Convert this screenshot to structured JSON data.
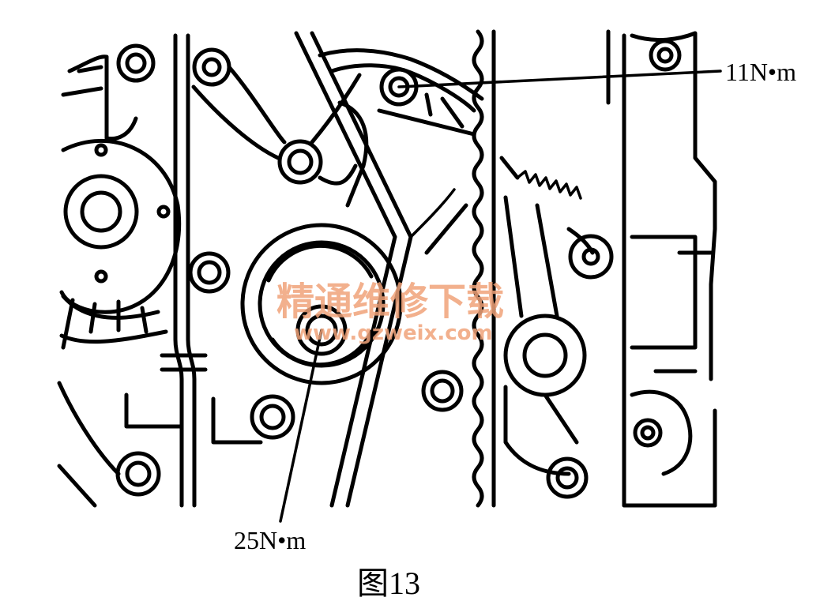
{
  "labels": {
    "torque_top": "11N•m",
    "torque_bottom": "25N•m",
    "caption": "图13"
  },
  "watermark": {
    "cn": "精通维修下载",
    "url": "www.gzweix.com",
    "color": "#f0a37a"
  }
}
